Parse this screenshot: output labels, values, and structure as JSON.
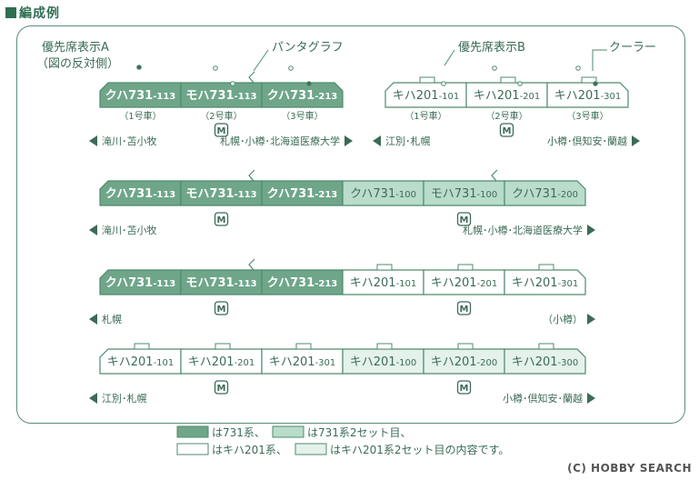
{
  "header": {
    "title": "編成例"
  },
  "annotations": {
    "priority_a_line1": "優先席表示A",
    "priority_a_line2": "（図の反対側）",
    "pantograph": "パンタグラフ",
    "priority_b": "優先席表示B",
    "cooler": "クーラー"
  },
  "car_numbers": [
    "（1号車）",
    "（2号車）",
    "（3号車）"
  ],
  "motor_label": "M",
  "formations": [
    {
      "cars": [
        {
          "name": "クハ731",
          "num": "113",
          "style": "dark"
        },
        {
          "name": "モハ731",
          "num": "113",
          "style": "dark"
        },
        {
          "name": "クハ731",
          "num": "213",
          "style": "dark"
        }
      ],
      "left_dest": "滝川･苫小牧",
      "right_dest": "札幌･小樽･北海道医療大学"
    },
    {
      "cars": [
        {
          "name": "キハ201",
          "num": "101",
          "style": "white"
        },
        {
          "name": "キハ201",
          "num": "201",
          "style": "white"
        },
        {
          "name": "キハ201",
          "num": "301",
          "style": "white"
        }
      ],
      "left_dest": "江別･札幌",
      "right_dest": "小樽･倶知安･蘭越"
    },
    {
      "cars": [
        {
          "name": "クハ731",
          "num": "113",
          "style": "dark"
        },
        {
          "name": "モハ731",
          "num": "113",
          "style": "dark"
        },
        {
          "name": "クハ731",
          "num": "213",
          "style": "dark"
        },
        {
          "name": "クハ731",
          "num": "100",
          "style": "light"
        },
        {
          "name": "モハ731",
          "num": "100",
          "style": "light"
        },
        {
          "name": "クハ731",
          "num": "200",
          "style": "light"
        }
      ],
      "left_dest": "滝川･苫小牧",
      "right_dest": "札幌･小樽･北海道医療大学"
    },
    {
      "cars": [
        {
          "name": "クハ731",
          "num": "113",
          "style": "dark"
        },
        {
          "name": "モハ731",
          "num": "113",
          "style": "dark"
        },
        {
          "name": "クハ731",
          "num": "213",
          "style": "dark"
        },
        {
          "name": "キハ201",
          "num": "101",
          "style": "white"
        },
        {
          "name": "キハ201",
          "num": "201",
          "style": "white"
        },
        {
          "name": "キハ201",
          "num": "301",
          "style": "white"
        }
      ],
      "left_dest": "札幌",
      "right_dest": "（小樽）"
    },
    {
      "cars": [
        {
          "name": "キハ201",
          "num": "101",
          "style": "white"
        },
        {
          "name": "キハ201",
          "num": "201",
          "style": "white"
        },
        {
          "name": "キハ201",
          "num": "301",
          "style": "white"
        },
        {
          "name": "キハ201",
          "num": "100",
          "style": "lightkiha"
        },
        {
          "name": "キハ201",
          "num": "200",
          "style": "lightkiha"
        },
        {
          "name": "キハ201",
          "num": "300",
          "style": "lightkiha"
        }
      ],
      "left_dest": "江別･札幌",
      "right_dest": "小樽･倶知安･蘭越"
    }
  ],
  "legend": {
    "dark": "は731系、",
    "light": "は731系2セット目、",
    "white": "はキハ201系、",
    "lightkiha": "はキハ201系2セット目の内容です。"
  },
  "watermark": "(C) HOBBY SEARCH",
  "colors": {
    "dark": "#6fa68a",
    "light": "#b9dccb",
    "white": "#ffffff",
    "lightkiha": "#e4f2eb",
    "stroke": "#4f8a6e",
    "text": "#3c6b56"
  }
}
